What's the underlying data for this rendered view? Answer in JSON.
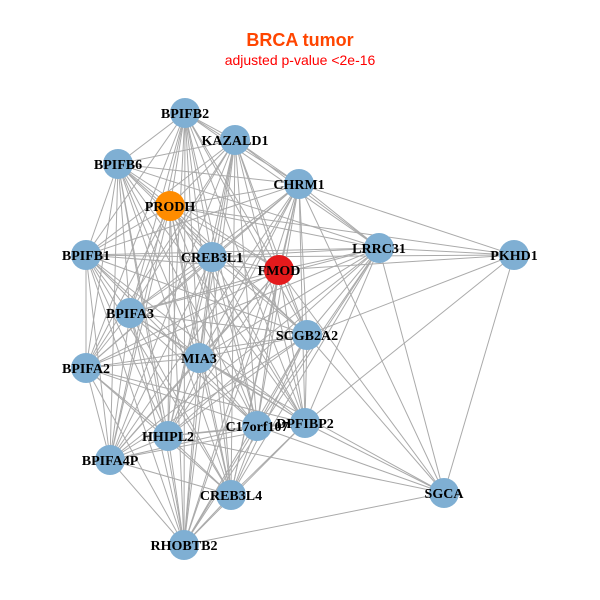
{
  "title": "BRCA tumor",
  "subtitle": "adjusted p-value <2e-16",
  "colors": {
    "default_node": "#7FAFD3",
    "PRODH": "#FF8C00",
    "FMOD": "#E41A1C",
    "edge": "#AAAAAA"
  },
  "nodes": [
    "BPIFB2",
    "KAZALD1",
    "BPIFB6",
    "PRODH",
    "CHRM1",
    "BPIFB1",
    "CREB3L1",
    "FMOD",
    "LRRC31",
    "PKHD1",
    "BPIFA3",
    "SCGB2A2",
    "BPIFA2",
    "MIA3",
    "C17orf107",
    "DPFIBP2",
    "HHIPL2",
    "BPIFA4P",
    "CREB3L4",
    "SGCA",
    "RHOBTB2"
  ],
  "dense_cluster": [
    "BPIFB2",
    "KAZALD1",
    "BPIFB6",
    "PRODH",
    "CHRM1",
    "BPIFB1",
    "CREB3L1",
    "FMOD",
    "LRRC31",
    "BPIFA3",
    "SCGB2A2",
    "BPIFA2",
    "MIA3",
    "C17orf107",
    "DPFIBP2",
    "HHIPL2",
    "BPIFA4P",
    "CREB3L4",
    "RHOBTB2"
  ],
  "extra_edges": [
    [
      "PKHD1",
      "CHRM1"
    ],
    [
      "PKHD1",
      "LRRC31"
    ],
    [
      "PKHD1",
      "FMOD"
    ],
    [
      "PKHD1",
      "SCGB2A2"
    ],
    [
      "PKHD1",
      "DPFIBP2"
    ],
    [
      "PKHD1",
      "SGCA"
    ],
    [
      "PKHD1",
      "CREB3L1"
    ],
    [
      "PKHD1",
      "PRODH"
    ],
    [
      "SGCA",
      "LRRC31"
    ],
    [
      "SGCA",
      "CHRM1"
    ],
    [
      "SGCA",
      "FMOD"
    ],
    [
      "SGCA",
      "SCGB2A2"
    ],
    [
      "SGCA",
      "DPFIBP2"
    ],
    [
      "SGCA",
      "C17orf107"
    ],
    [
      "SGCA",
      "RHOBTB2"
    ],
    [
      "SGCA",
      "MIA3"
    ],
    [
      "SGCA",
      "HHIPL2"
    ]
  ]
}
